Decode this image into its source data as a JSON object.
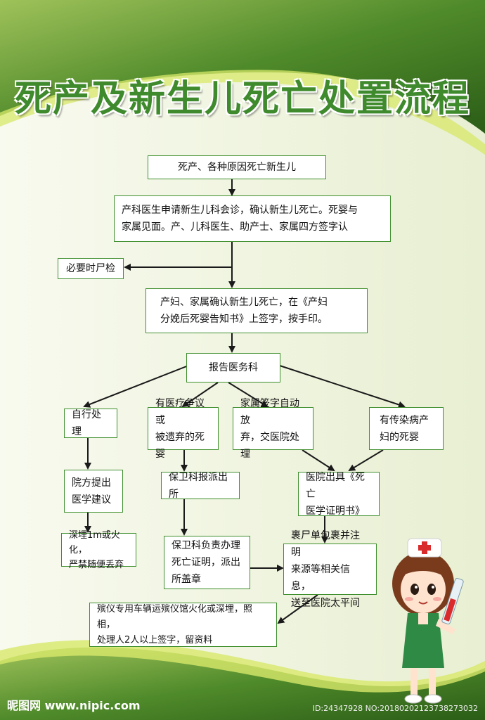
{
  "title": "死产及新生儿死亡处置流程",
  "colors": {
    "accent": "#3f8f2e",
    "dark_green": "#2f6a1a",
    "light_green": "#8cc43a"
  },
  "nodes": {
    "start": "死产、各种原因死亡新生儿",
    "consult": "产科医生申请新生儿科会诊，确认新生儿死亡。死婴与\n家属见面。产、儿科医生、助产士、家属四方签字认",
    "autopsy": "必要时尸检",
    "confirm": "产妇、家属确认新生儿死亡，在《产妇\n分娩后死婴告知书》上签字，按手印。",
    "report": "报告医务科",
    "self": "自行处理",
    "dispute": "有医疗争议或\n被遗弃的死婴",
    "family": "家属签字自动放\n弃，交医院处理",
    "infectious": "有传染病产\n妇的死婴",
    "hospital_advice": "院方提出\n医学建议",
    "security": "保卫科报派出所",
    "cert": "医院出具《死亡\n医学证明书》",
    "bury": "深埋1m或火化，\n严禁随便丢弃",
    "security_handle": "保卫科负责办理\n死亡证明，派出\n所盖章",
    "wrap": "裹尸单包裹并注明\n来源等相关信息，\n送至医院太平间",
    "funeral": "殡仪专用车辆运殡仪馆火化或深埋，照相，\n处理人2人以上签字，留资料"
  },
  "footer": {
    "site": "昵图网 www.nipic.com",
    "image_id": "ID:24347928 NO:20180202123738273032"
  }
}
